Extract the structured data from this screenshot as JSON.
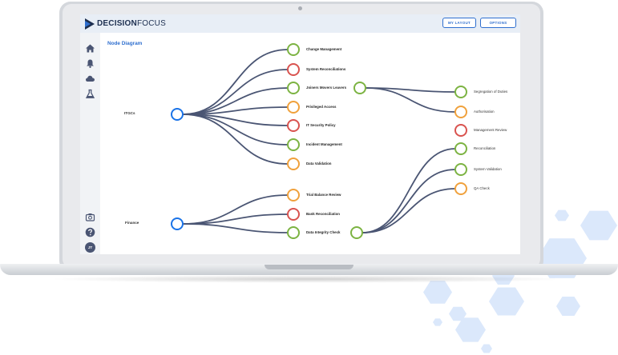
{
  "app": {
    "brand_bold": "DECISION",
    "brand_light": "FOCUS"
  },
  "header": {
    "my_layout": "MY LAYOUT",
    "options": "OPTIONS"
  },
  "page": {
    "title": "Node Diagram"
  },
  "sidebar": {
    "top_icons": [
      "home-icon",
      "bell-icon",
      "cloud-icon",
      "flask-icon"
    ],
    "bottom_icons": [
      "camera-icon",
      "help-icon"
    ],
    "avatar_initials": "JT"
  },
  "colors": {
    "green": "#7cb342",
    "red": "#d9534f",
    "orange": "#f0a13c",
    "blue": "#1a73e8",
    "edge": "#4a5573"
  },
  "diagram": {
    "roots": [
      {
        "id": "itgcs",
        "label": "ITGCs"
      },
      {
        "id": "finance",
        "label": "Finance"
      }
    ],
    "nodes": [
      {
        "id": "n1",
        "label": "Change Management",
        "status": "green",
        "parent": "itgcs"
      },
      {
        "id": "n2",
        "label": "System Reconciliations",
        "status": "red",
        "parent": "itgcs"
      },
      {
        "id": "n3",
        "label": "Joiners Movers Leavers",
        "status": "green",
        "parent": "itgcs"
      },
      {
        "id": "n4",
        "label": "Privileged Access",
        "status": "orange",
        "parent": "itgcs"
      },
      {
        "id": "n5",
        "label": "IT Security Policy",
        "status": "red",
        "parent": "itgcs"
      },
      {
        "id": "n6",
        "label": "Incident Management",
        "status": "green",
        "parent": "itgcs"
      },
      {
        "id": "n7",
        "label": "Data Validation",
        "status": "orange",
        "parent": "itgcs"
      },
      {
        "id": "n8",
        "label": "Trial Balance Review",
        "status": "orange",
        "parent": "finance"
      },
      {
        "id": "n9",
        "label": "Bank Reconciliation",
        "status": "red",
        "parent": "finance"
      },
      {
        "id": "n10",
        "label": "Data Integrity Check",
        "status": "green",
        "parent": "finance"
      }
    ],
    "leaves": [
      {
        "id": "l1",
        "label": "Segregation of Duties",
        "status": "green",
        "parent": "n3"
      },
      {
        "id": "l2",
        "label": "Authorisation",
        "status": "orange",
        "parent": "n3"
      },
      {
        "id": "l3",
        "label": "Management Review",
        "status": "red",
        "parent": null
      },
      {
        "id": "l4",
        "label": "Reconciliation",
        "status": "green",
        "parent": "n10"
      },
      {
        "id": "l5",
        "label": "System Validation",
        "status": "green",
        "parent": "n10"
      },
      {
        "id": "l6",
        "label": "QA Check",
        "status": "orange",
        "parent": "n10"
      }
    ]
  }
}
